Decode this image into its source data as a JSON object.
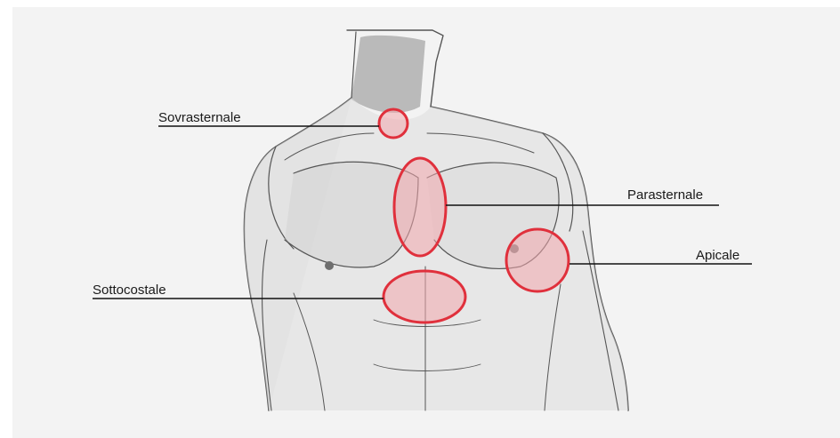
{
  "diagram": {
    "labels": {
      "sovrasternale": "Sovrasternale",
      "parasternale": "Parasternale",
      "apicale": "Apicale",
      "sottocostale": "Sottocostale"
    },
    "colors": {
      "background": "#f3f3f3",
      "marker_stroke": "#e0303c",
      "marker_fill": "#f2a7ad",
      "leader_line": "#111111",
      "sketch": "#5a5a5a"
    }
  }
}
